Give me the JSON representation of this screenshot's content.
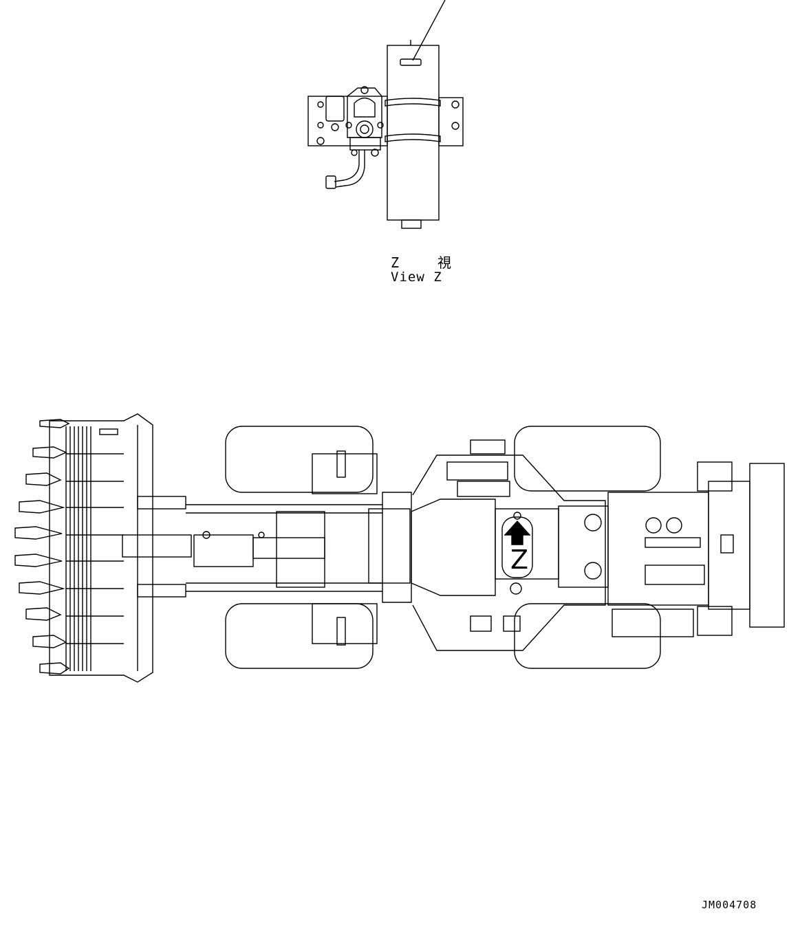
{
  "view": {
    "label_jp": "Z　視",
    "label_en": "View Z"
  },
  "view_marker": {
    "letter": "Z"
  },
  "drawing": {
    "number": "JM004708"
  }
}
